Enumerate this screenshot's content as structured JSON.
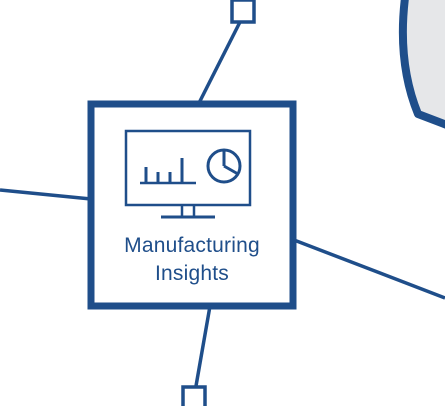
{
  "colors": {
    "primary": "#1f4e8a",
    "callout_fill": "#e6e7e9",
    "background": "#ffffff"
  },
  "hub": {
    "icon": "monitor-chart-icon",
    "label_line1": "Manufacturing",
    "label_line2": "Insights"
  },
  "connectors": [
    {
      "name": "top",
      "end": "square-node"
    },
    {
      "name": "left",
      "end": "open"
    },
    {
      "name": "right",
      "end": "open"
    },
    {
      "name": "bottom",
      "end": "square-node"
    }
  ]
}
